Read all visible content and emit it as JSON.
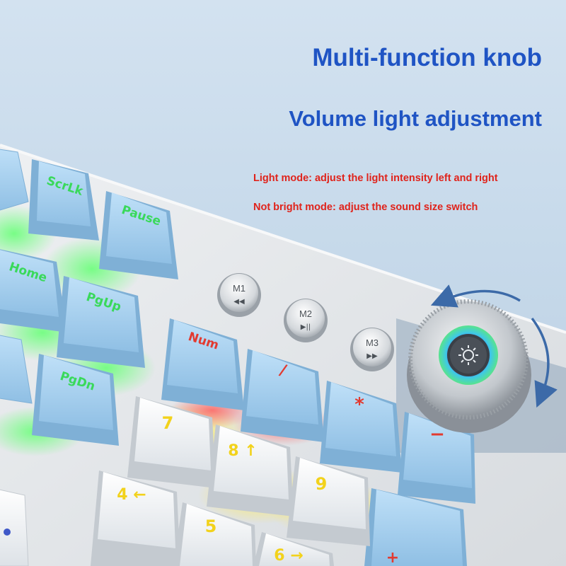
{
  "heading": {
    "title": "Multi-function knob",
    "subtitle": "Volume light adjustment"
  },
  "notes": {
    "light_mode": "Light mode: adjust the light intensity left and right",
    "not_bright_mode": "Not bright mode: adjust the sound size switch"
  },
  "media_keys": [
    {
      "label": "M1",
      "glyph": "◀◀"
    },
    {
      "label": "M2",
      "glyph": "▶||"
    },
    {
      "label": "M3",
      "glyph": "▶▶"
    }
  ],
  "keys": {
    "scrlk": "ScrLk",
    "pause": "Pause",
    "home": "Home",
    "pgup": "PgUp",
    "pgdn": "PgDn",
    "num": "Num",
    "slash": "/",
    "asterisk": "*",
    "minus": "−",
    "plus": "+",
    "seven": "7",
    "eight": "8 ↑",
    "nine": "9",
    "four": "4 ←",
    "five": "5",
    "six": "6 →"
  },
  "colors": {
    "heading": "#1f54c4",
    "note": "#e0231b",
    "blue_keycap": "#a8cfee",
    "white_keycap": "#f2f4f6",
    "green_legend": "#39d95a",
    "red_legend": "#e23a30",
    "yellow_legend": "#f2d21c",
    "frame": "#e4e7ea",
    "arrow": "#3c6aa8"
  }
}
